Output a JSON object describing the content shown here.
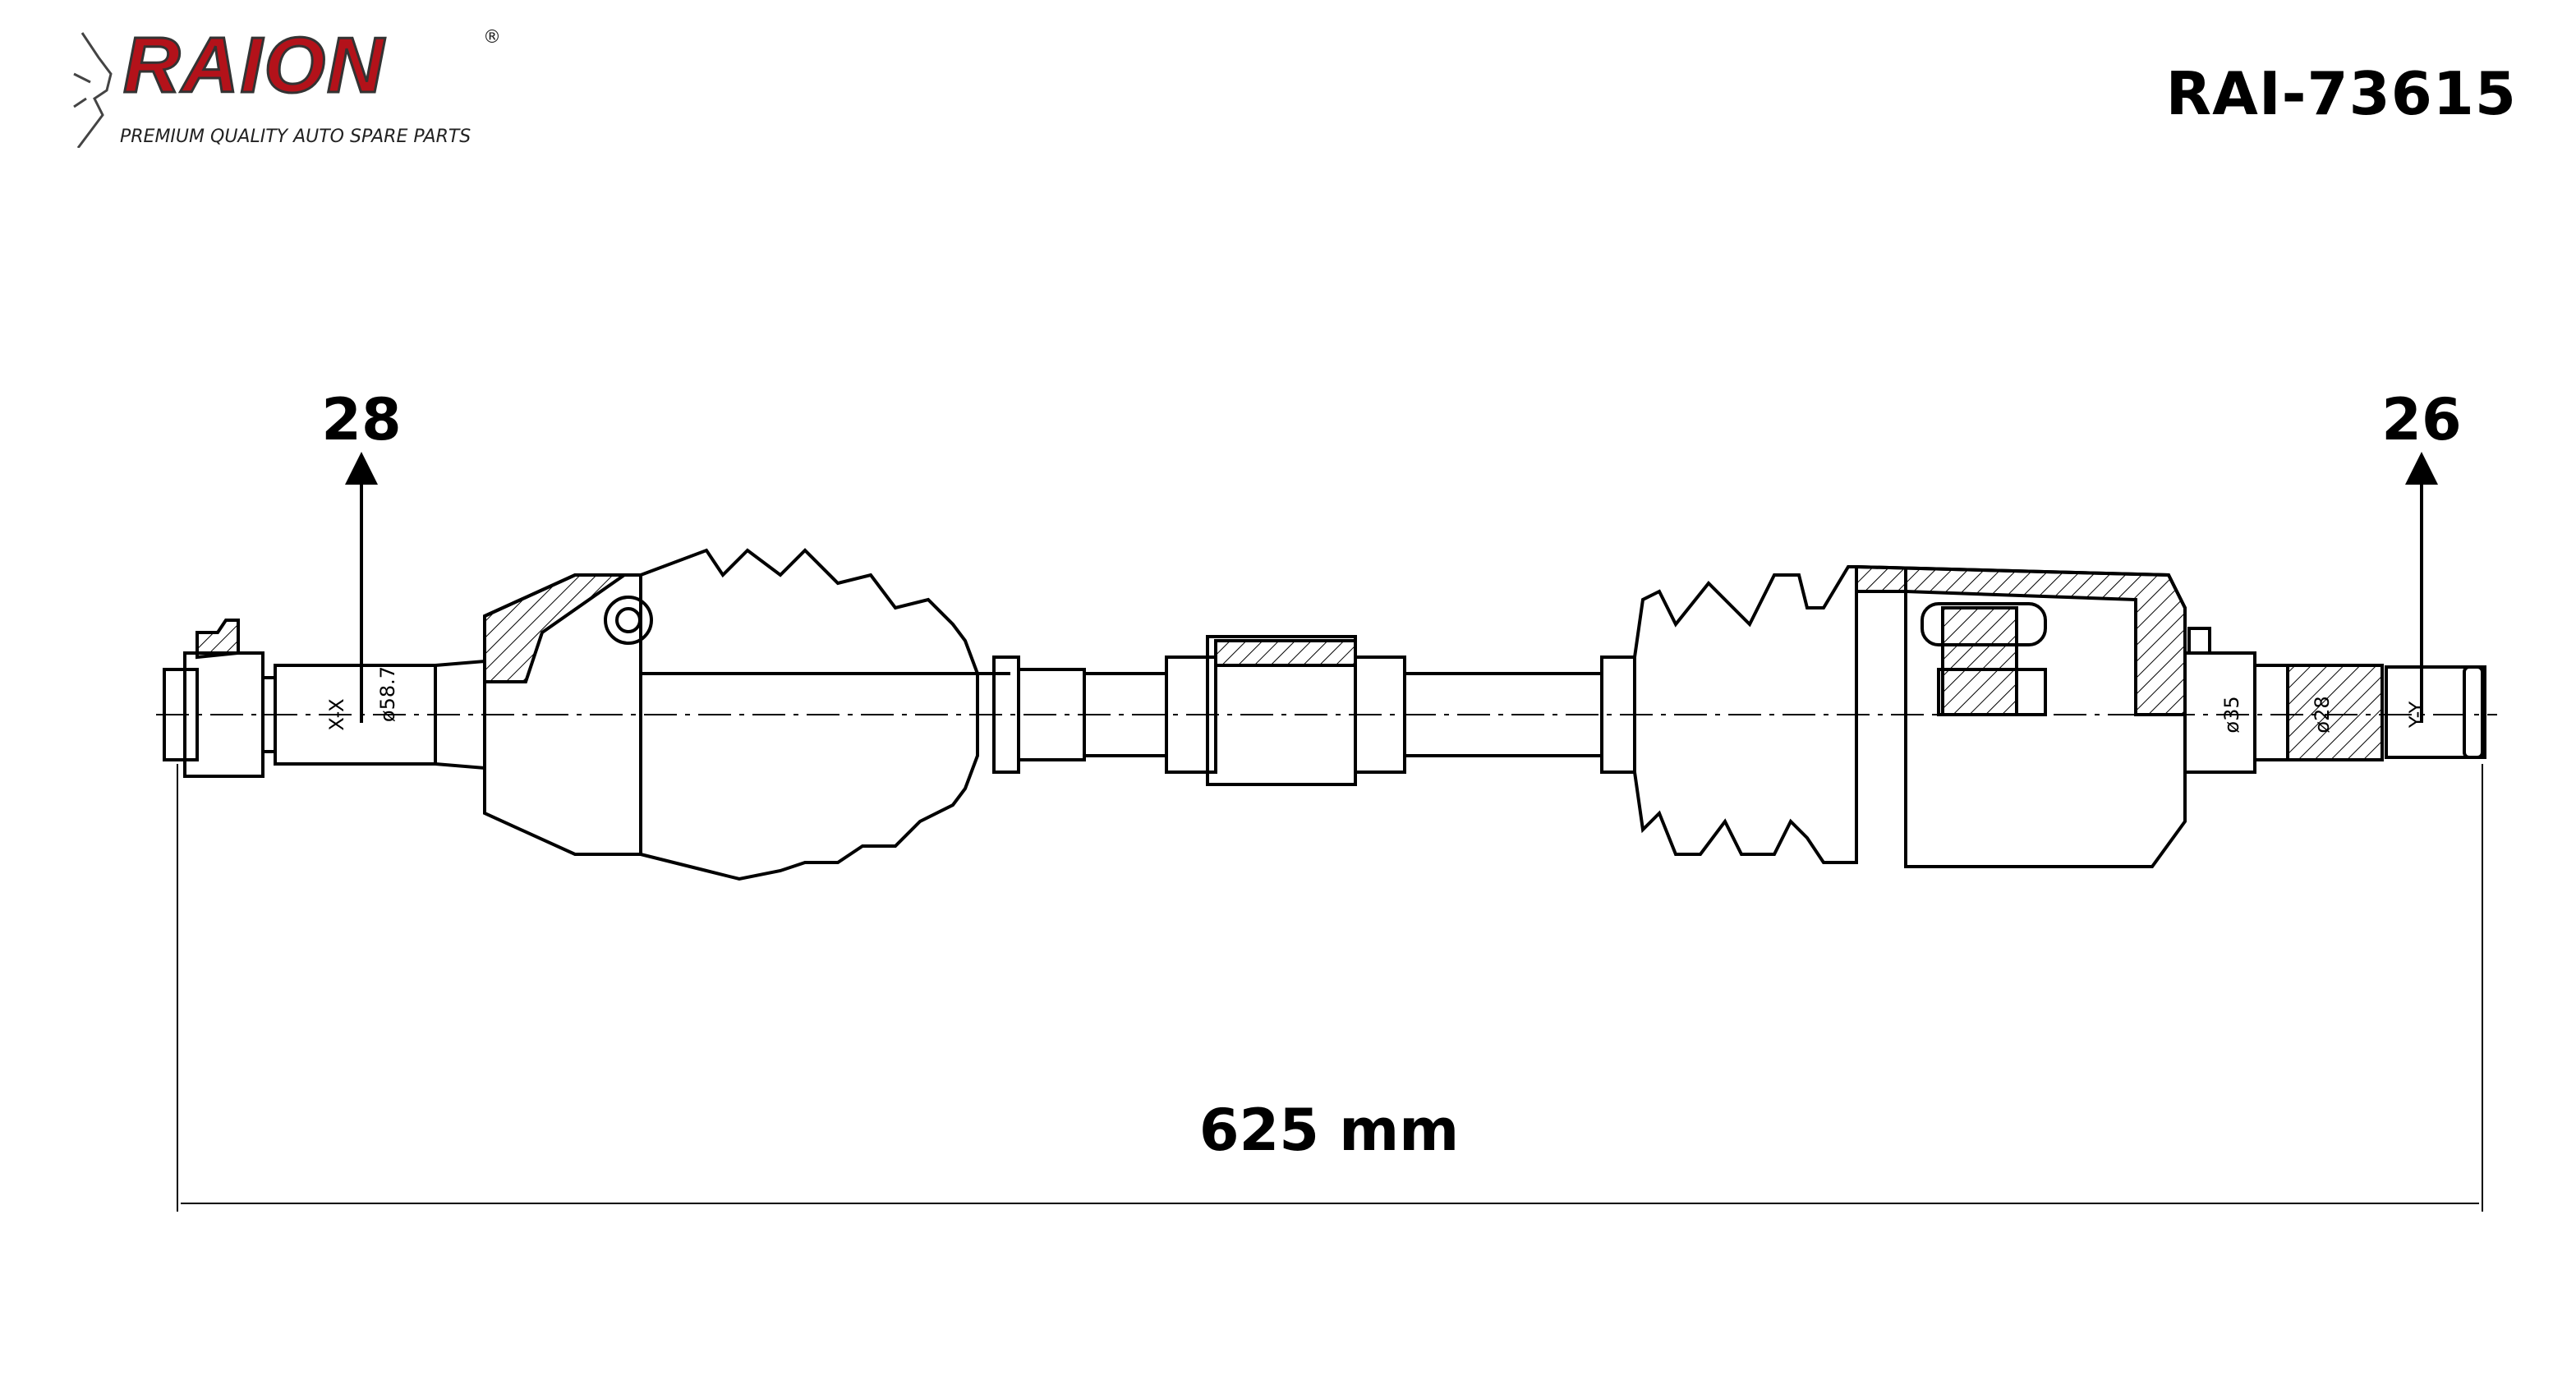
{
  "brand": {
    "name": "RAION",
    "tagline": "PREMIUM QUALITY AUTO SPARE PARTS",
    "registered": "®"
  },
  "part_number": "RAI-73615",
  "drawing": {
    "left_spline_count": "28",
    "right_spline_count": "26",
    "overall_length": "625 mm",
    "left_section": "X-X",
    "left_diameter": "ø58.7",
    "right_section": "Y-Y",
    "right_diameter_1": "ø35",
    "right_diameter_2": "ø28"
  },
  "colors": {
    "brand_red": "#b3121a",
    "line": "#000000"
  }
}
